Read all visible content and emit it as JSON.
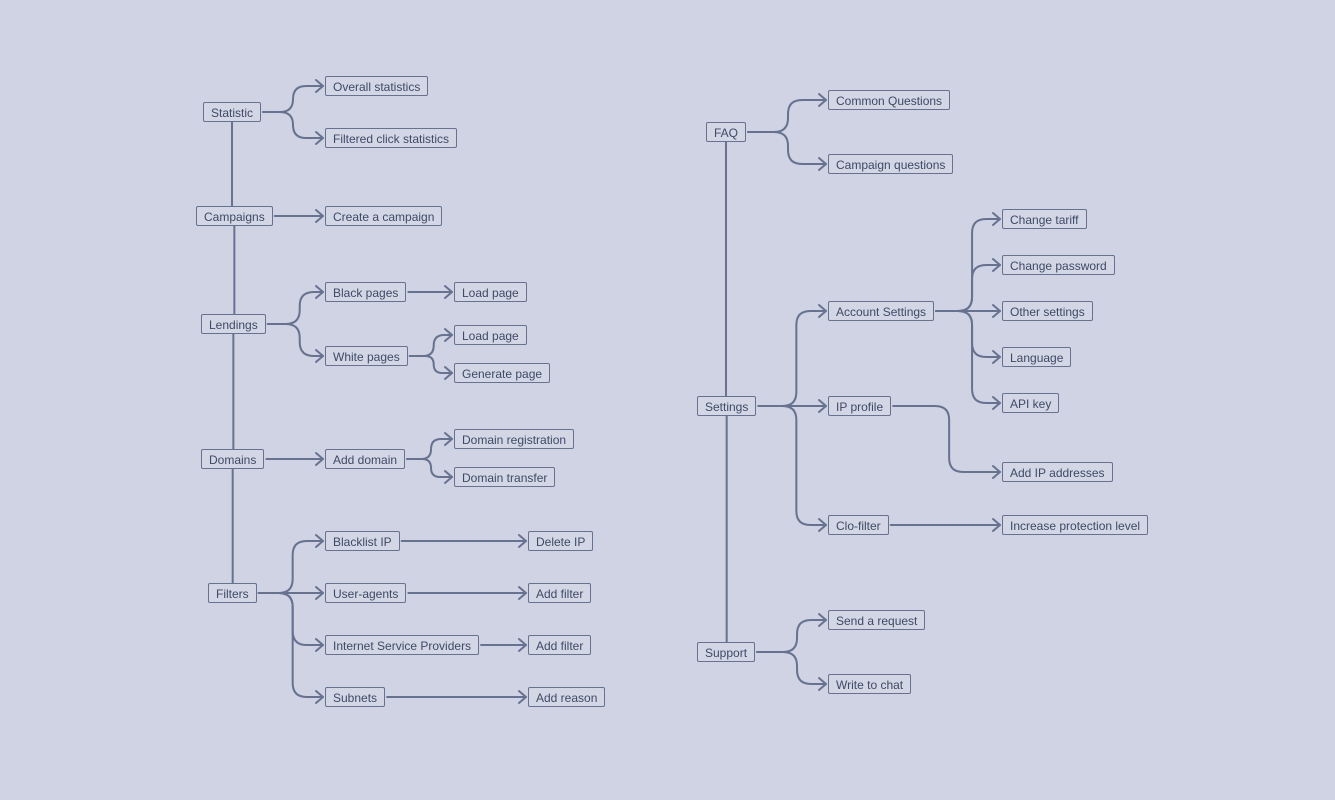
{
  "colors": {
    "background": "#cfd3e3",
    "line": "#66728f",
    "text": "#3f4a66",
    "node_fill": "#d2d6e5"
  },
  "nodes": {
    "statistic": "Statistic",
    "overall_statistics": "Overall statistics",
    "filtered_click_statistics": "Filtered click statistics",
    "campaigns": "Campaigns",
    "create_campaign": "Create a campaign",
    "lendings": "Lendings",
    "black_pages": "Black pages",
    "load_page_black": "Load page",
    "white_pages": "White pages",
    "load_page_white": "Load page",
    "generate_page": "Generate page",
    "domains": "Domains",
    "add_domain": "Add domain",
    "domain_registration": "Domain registration",
    "domain_transfer": "Domain transfer",
    "filters": "Filters",
    "blacklist_ip": "Blacklist IP",
    "delete_ip": "Delete IP",
    "user_agents": "User-agents",
    "add_filter_ua": "Add filter",
    "isp": "Internet Service Providers",
    "add_filter_isp": "Add filter",
    "subnets": "Subnets",
    "add_reason": "Add reason",
    "faq": "FAQ",
    "common_questions": "Common Questions",
    "campaign_questions": "Campaign questions",
    "settings": "Settings",
    "account_settings": "Account Settings",
    "change_tariff": "Change tariff",
    "change_password": "Change password",
    "other_settings": "Other settings",
    "language": "Language",
    "api_key": "API key",
    "ip_profile": "IP profile",
    "add_ip_addresses": "Add IP addresses",
    "clo_filter": "Clo-filter",
    "increase_protection_level": "Increase protection level",
    "support": "Support",
    "send_request": "Send a request",
    "write_to_chat": "Write to chat"
  }
}
